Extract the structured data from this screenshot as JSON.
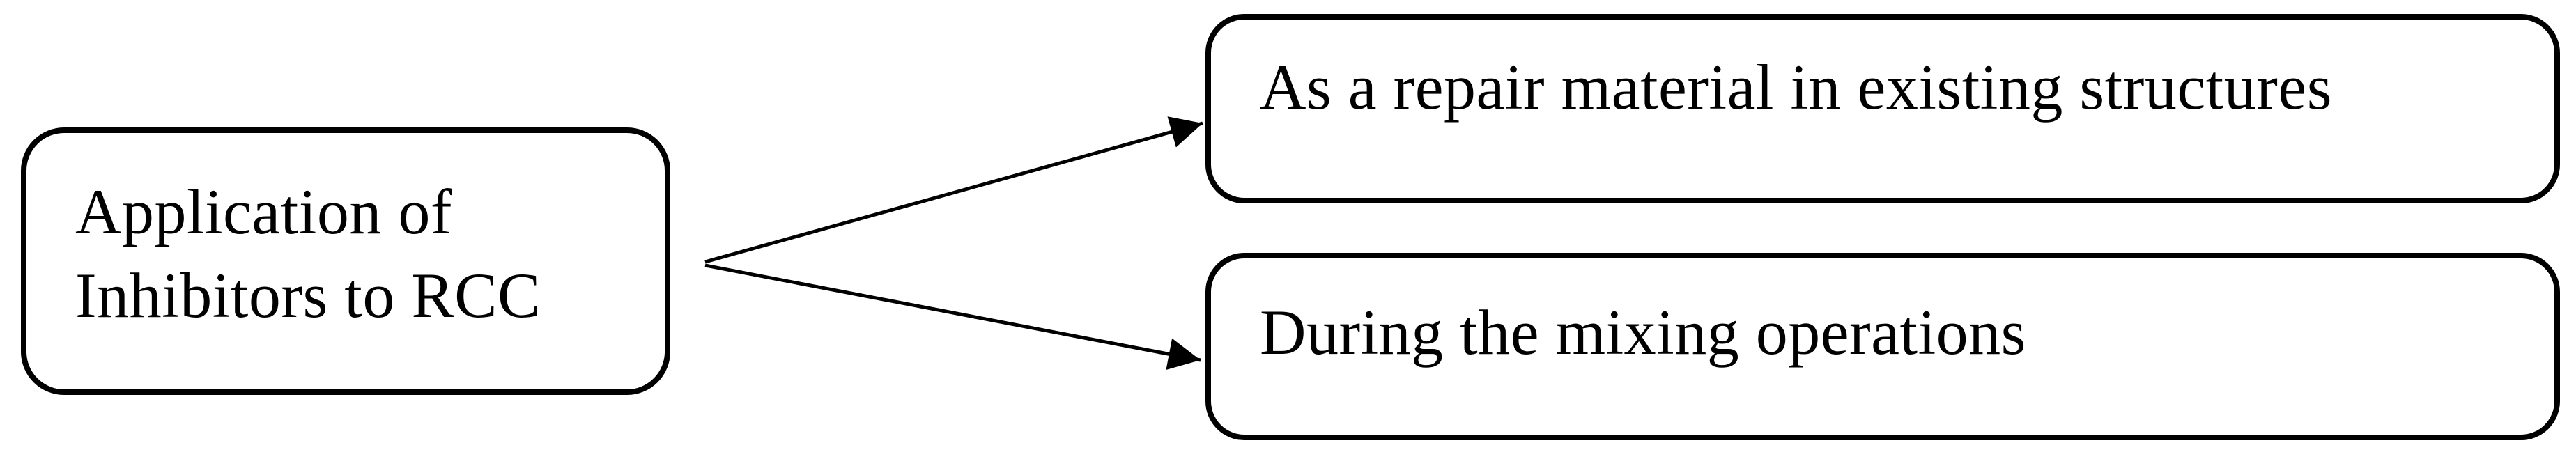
{
  "figure": {
    "type": "flowchart",
    "root_node": {
      "label": "Application of\nInhibitors to RCC"
    },
    "branch_nodes": [
      {
        "label": "As a repair material in existing structures"
      },
      {
        "label": "During the mixing operations"
      }
    ],
    "colors": {
      "background": "#ffffff",
      "border": "#000000",
      "text": "#000000",
      "arrow": "#000000"
    }
  }
}
